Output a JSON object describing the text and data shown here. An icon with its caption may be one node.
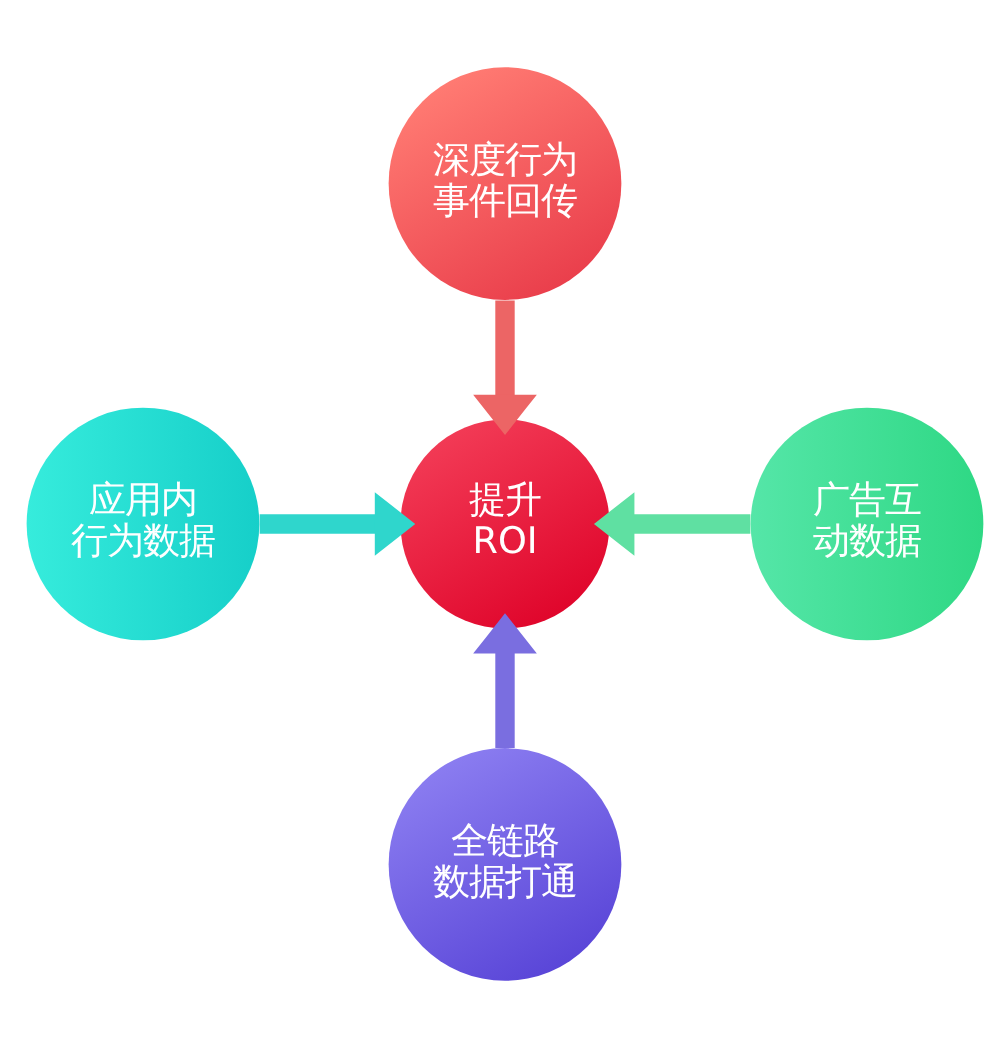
{
  "diagram": {
    "nodes": [
      {
        "text": [
          "深度行为事件回传"
        ]
      },
      {
        "text": [
          "应用内行为数据"
        ]
      },
      {
        "text": [
          "提升 ROI"
        ]
      },
      {
        "text": [
          "广告互动数据"
        ]
      },
      {
        "text": [
          "全链路数据打通"
        ]
      }
    ],
    "edges": [
      {
        "from": 0,
        "to": 2,
        "arrow": "to",
        "color": "#ec6565"
      },
      {
        "from": 1,
        "to": 2,
        "arrow": "to",
        "color": "#2fd6cc"
      },
      {
        "from": 3,
        "to": 2,
        "arrow": "to",
        "color": "#5fe0a2"
      },
      {
        "from": 4,
        "to": 2,
        "arrow": "to",
        "color": "#7a6ee0"
      }
    ]
  }
}
